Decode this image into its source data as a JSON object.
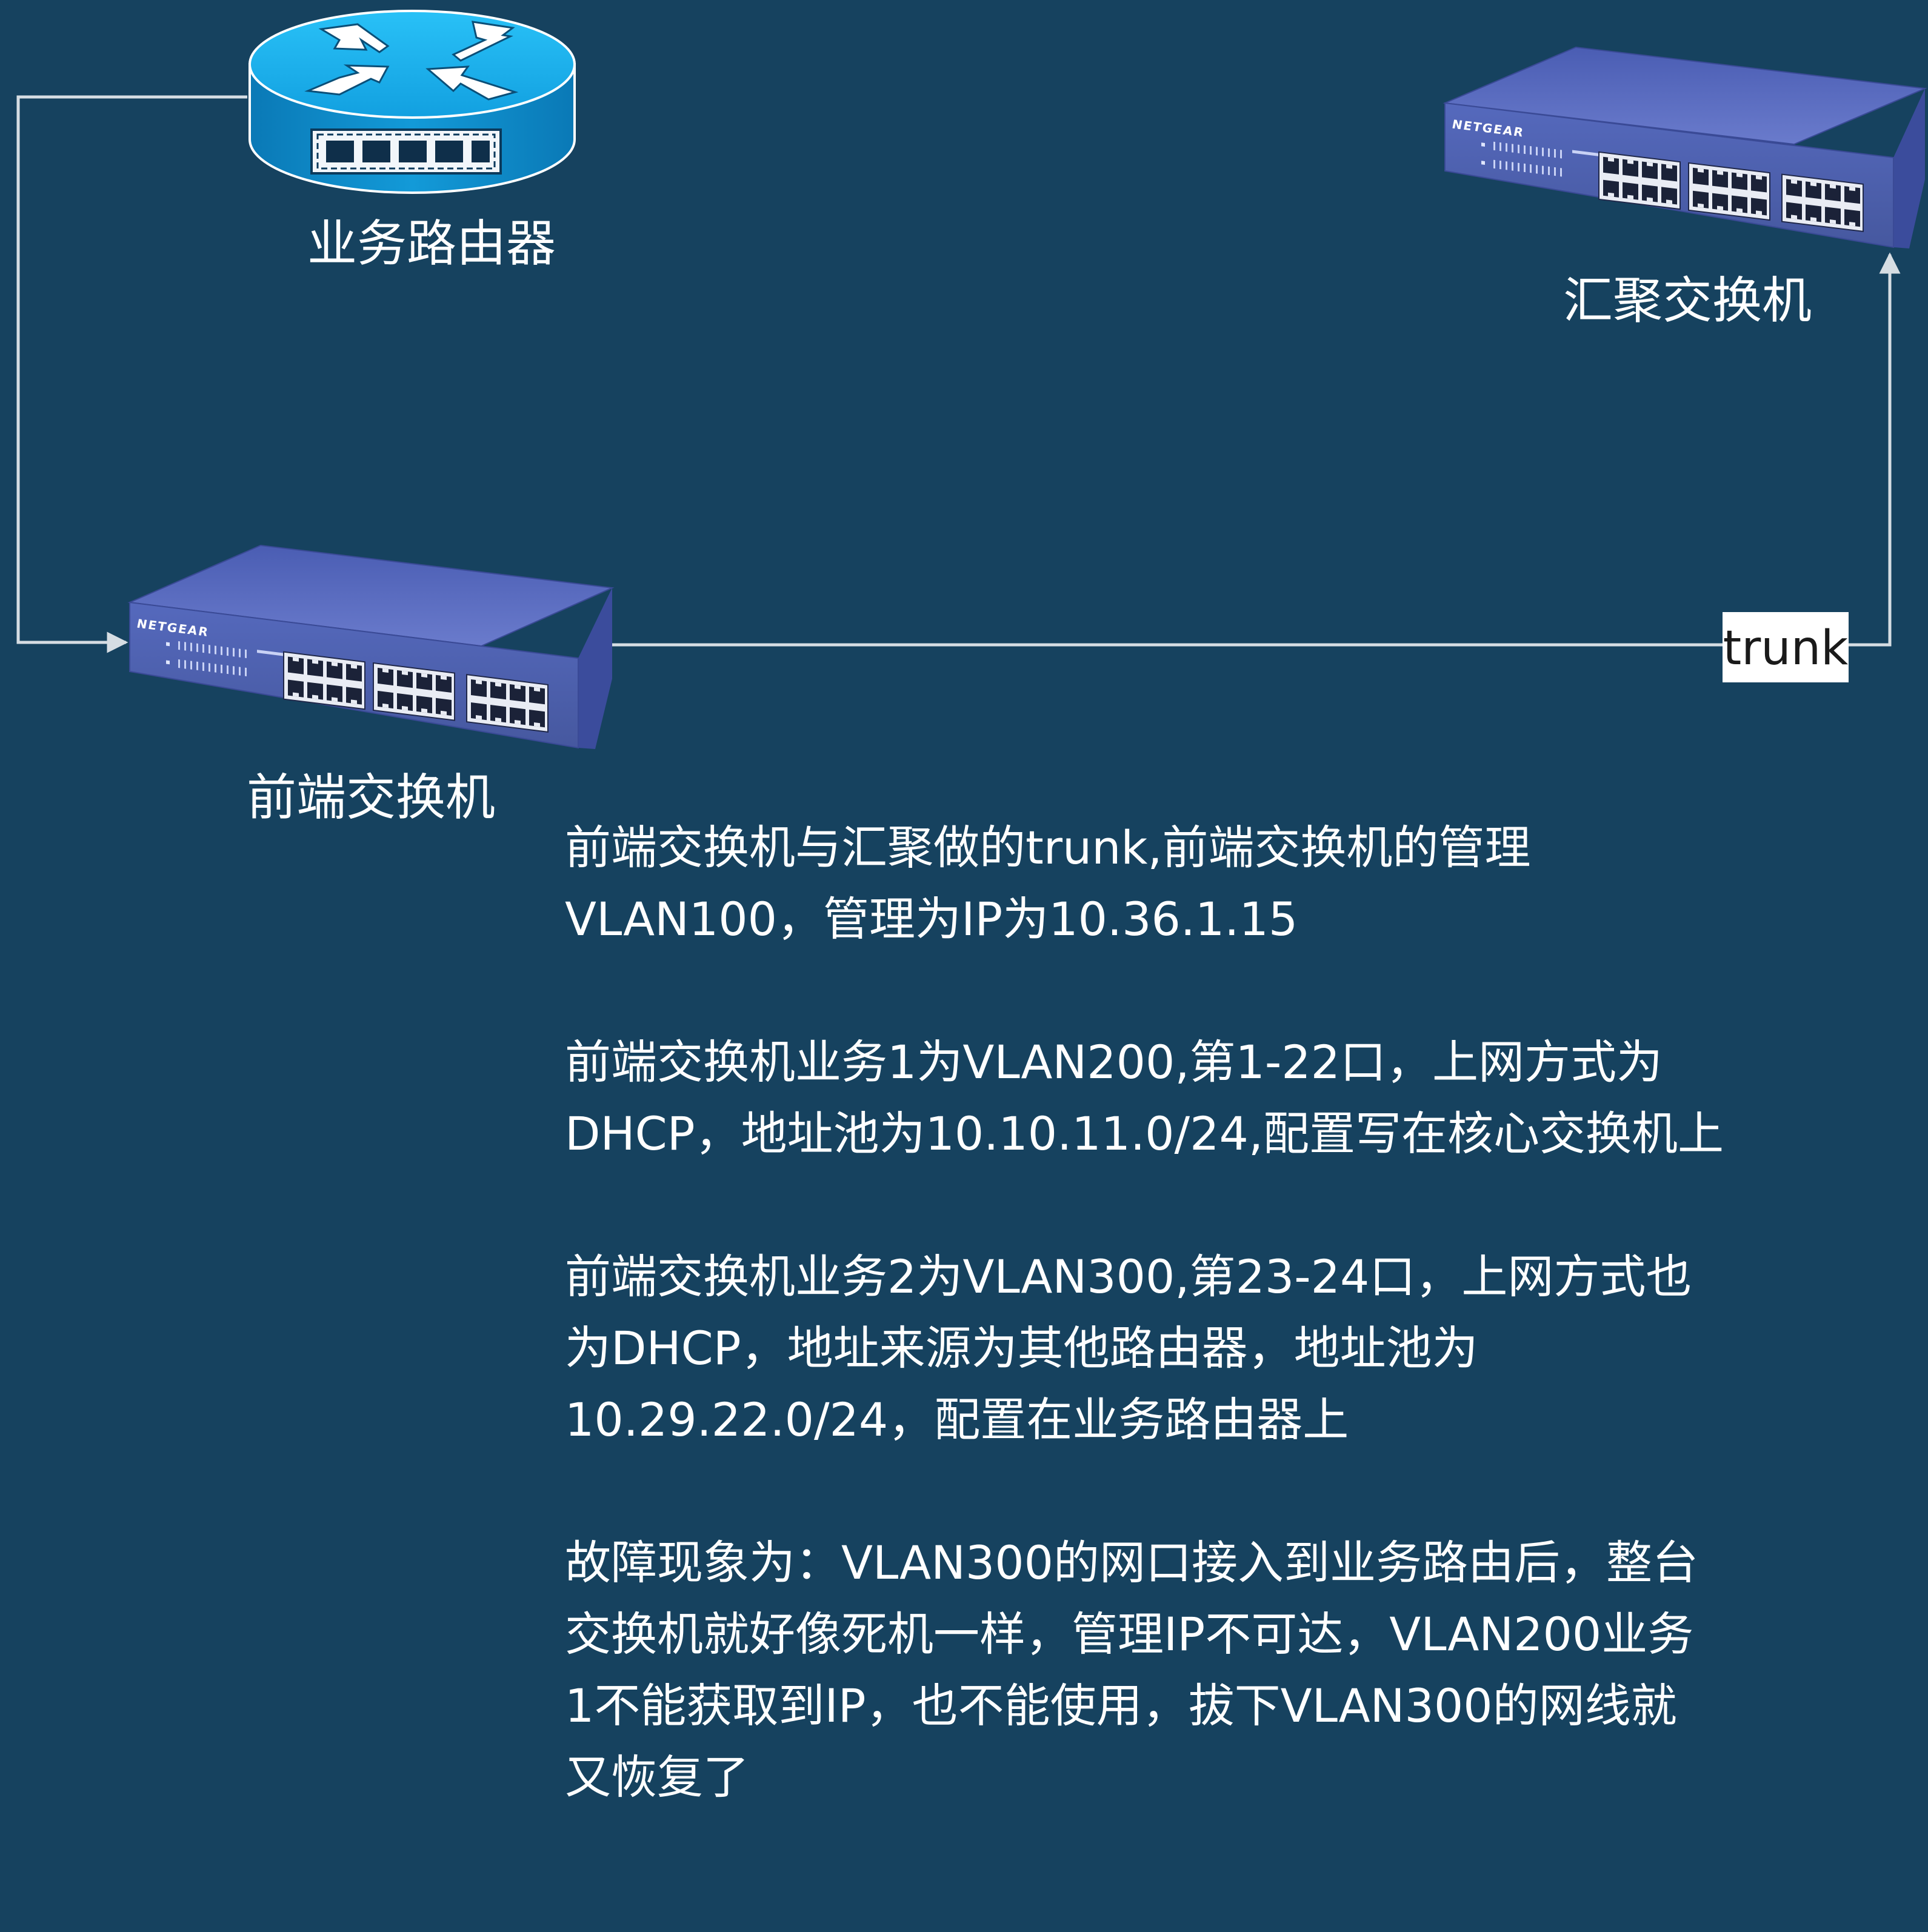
{
  "devices": {
    "router": {
      "label": "业务路由器"
    },
    "aggregation_switch": {
      "label": "汇聚交换机",
      "brand": "NETGEAR"
    },
    "front_switch": {
      "label": "前端交换机",
      "brand": "NETGEAR"
    }
  },
  "links": {
    "router_to_front": {
      "label": ""
    },
    "front_to_aggregation": {
      "label": "trunk"
    }
  },
  "notes": [
    {
      "lines": [
        "前端交换机与汇聚做的trunk,前端交换机的管理",
        "VLAN100，管理为IP为10.36.1.15"
      ]
    },
    {
      "lines": [
        "前端交换机业务1为VLAN200,第1-22口，上网方式为",
        "DHCP，地址池为10.10.11.0/24,配置写在核心交换机上"
      ]
    },
    {
      "lines": [
        "前端交换机业务2为VLAN300,第23-24口，上网方式也",
        "为DHCP，地址来源为其他路由器，地址池为",
        "10.29.22.0/24，配置在业务路由器上"
      ]
    },
    {
      "lines": [
        "故障现象为：VLAN300的网口接入到业务路由后，整台",
        "交换机就好像死机一样，管理IP不可达，VLAN200业务",
        "1不能获取到IP，也不能使用，拔下VLAN300的网线就",
        "又恢复了"
      ]
    }
  ],
  "colors": {
    "background": "#16425f",
    "connector": "#d6dde3",
    "router_top": "#1aa9e6",
    "router_body": "#0d86c4",
    "switch_front": "#4f63b8",
    "switch_top": "#6373c4",
    "text": "#ffffff"
  }
}
